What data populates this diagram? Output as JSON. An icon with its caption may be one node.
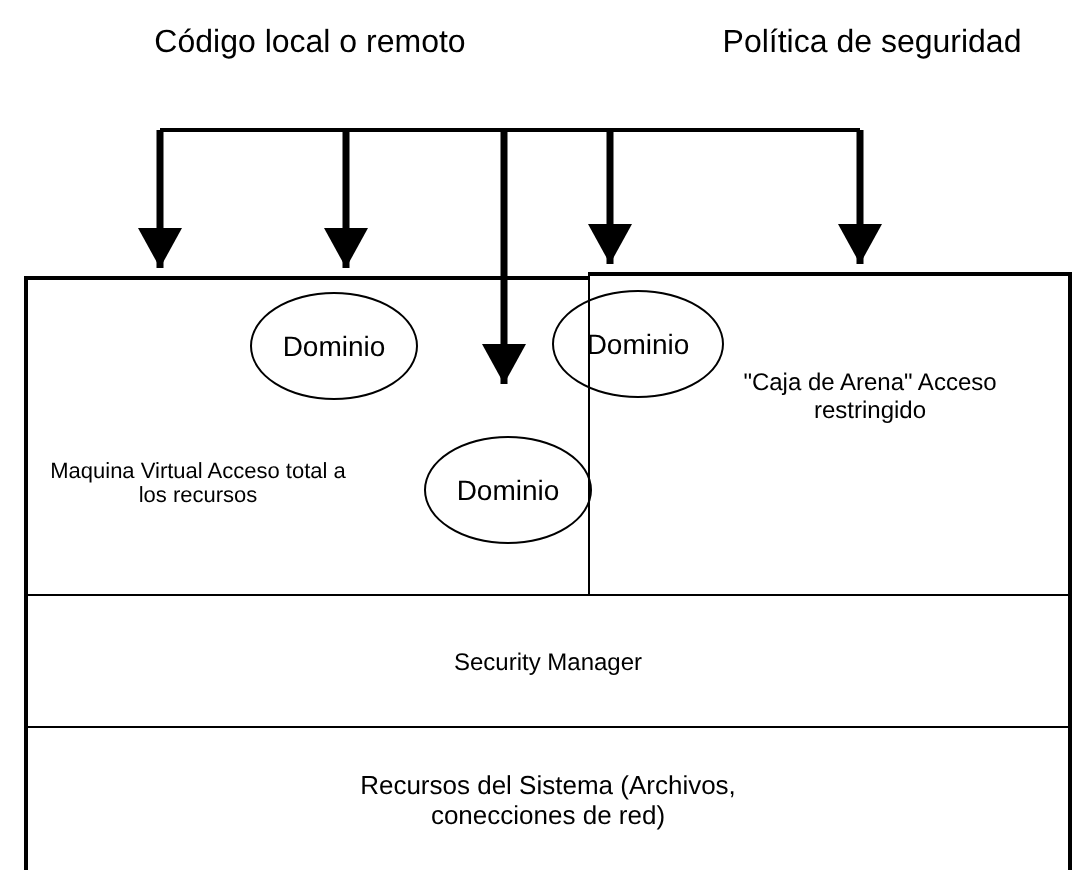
{
  "diagram": {
    "nodes": [
      {
        "text": [
          "Código local o remoto"
        ]
      },
      {
        "text": [
          "Política de seguridad"
        ]
      },
      {
        "text": [
          "Maquina Virtual Acceso total a los recursos"
        ]
      },
      {
        "text": [
          "\"Caja de Arena\" Acceso restringido"
        ]
      },
      {
        "text": [
          "Dominio"
        ],
        "in": 2
      },
      {
        "text": [
          "Dominio"
        ]
      },
      {
        "text": [
          "Dominio"
        ],
        "in": 2
      },
      {
        "text": [
          "Security Manager"
        ]
      },
      {
        "text": [
          "Recursos del Sistema (Archivos, conecciones de red)"
        ]
      }
    ],
    "edges": [
      {
        "from": null,
        "to": 2,
        "arrow": "to"
      },
      {
        "from": null,
        "to": 2,
        "arrow": "to"
      },
      {
        "from": null,
        "to": 2,
        "arrow": "to"
      },
      {
        "from": null,
        "to": 3,
        "arrow": "to"
      },
      {
        "from": null,
        "to": 3,
        "arrow": "to"
      }
    ]
  }
}
